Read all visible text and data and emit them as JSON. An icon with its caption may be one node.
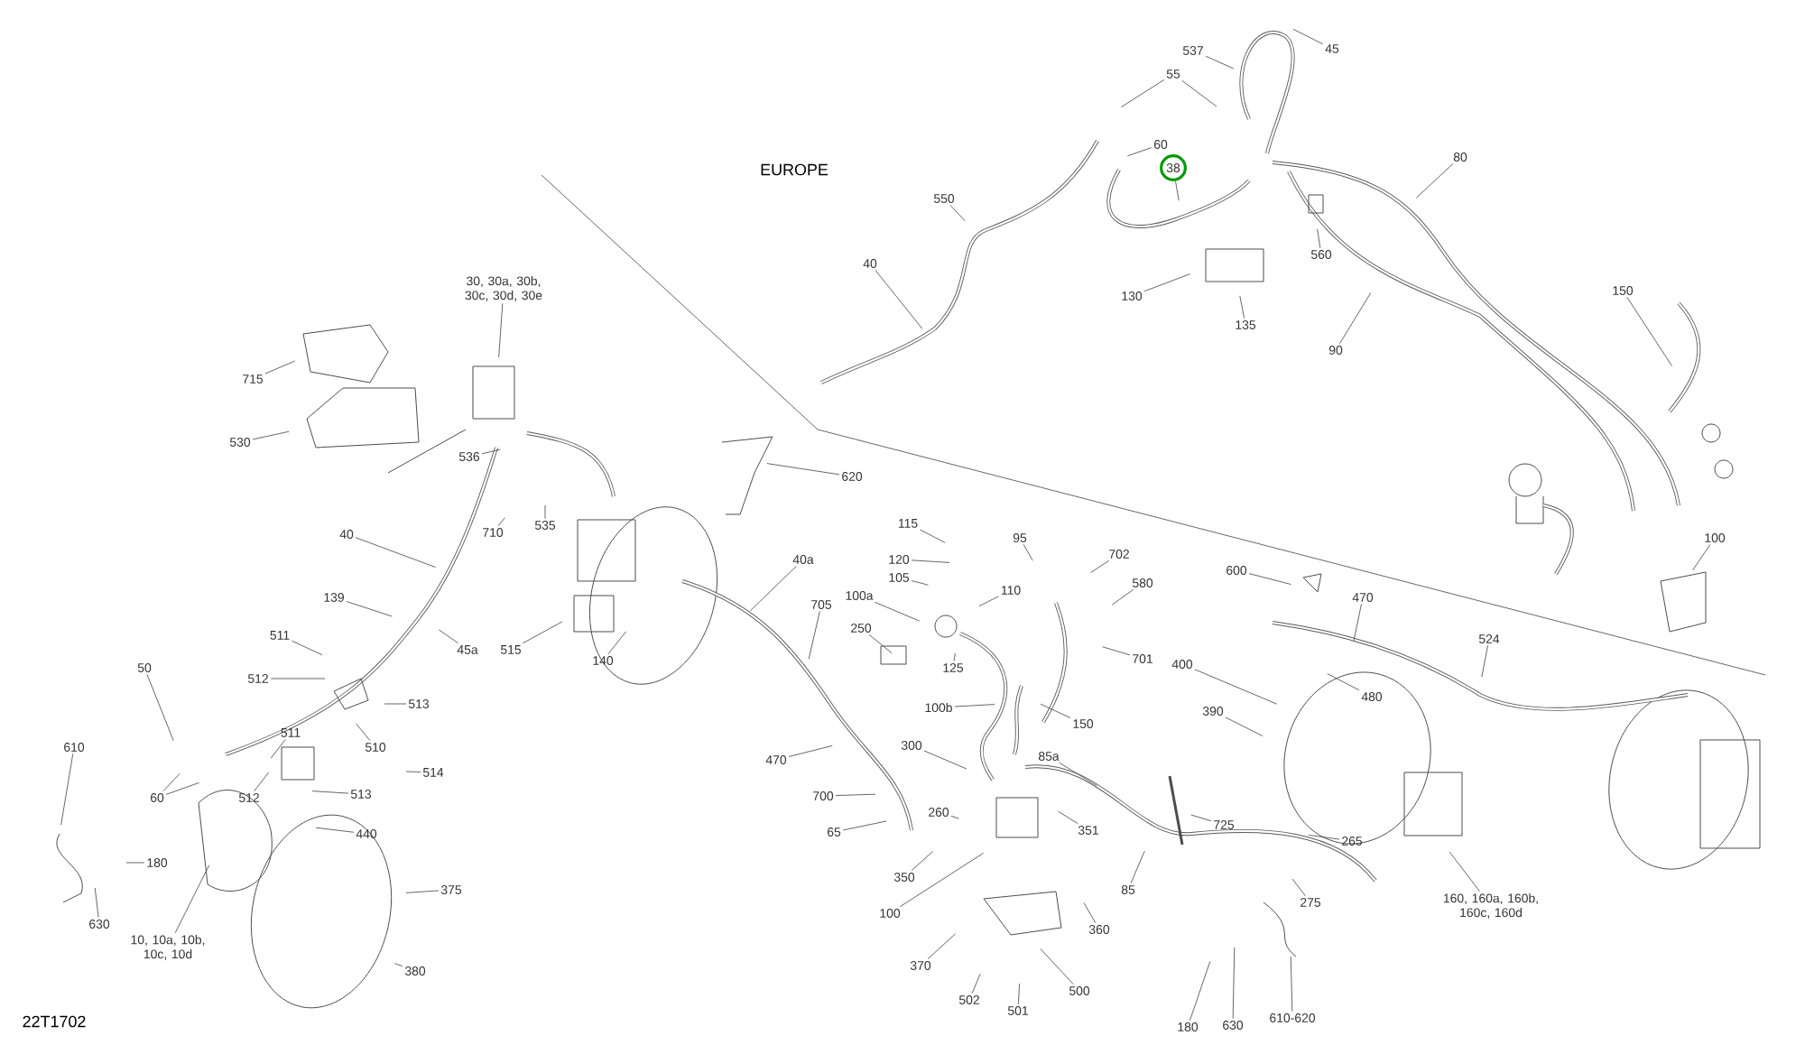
{
  "diagram": {
    "nodes": [
      {
        "text": [
          "537"
        ]
      },
      {
        "text": [
          "45"
        ]
      },
      {
        "text": [
          "55"
        ]
      },
      {
        "text": [
          "80"
        ]
      },
      {
        "text": [
          "60"
        ]
      },
      {
        "text": [
          "38"
        ]
      },
      {
        "text": [
          "550"
        ]
      },
      {
        "text": [
          "560"
        ]
      },
      {
        "text": [
          "40"
        ]
      },
      {
        "text": [
          "30, 30a, 30b, 30c, 30d, 30e"
        ]
      },
      {
        "text": [
          "150"
        ]
      },
      {
        "text": [
          "130"
        ]
      },
      {
        "text": [
          "135"
        ]
      },
      {
        "text": [
          "90"
        ]
      },
      {
        "text": [
          "715"
        ]
      },
      {
        "text": [
          "530"
        ]
      },
      {
        "text": [
          "536"
        ]
      },
      {
        "text": [
          "620"
        ]
      },
      {
        "text": [
          "535"
        ]
      },
      {
        "text": [
          "710"
        ]
      },
      {
        "text": [
          "40"
        ]
      },
      {
        "text": [
          "100"
        ]
      },
      {
        "text": [
          "115"
        ]
      },
      {
        "text": [
          "95"
        ]
      },
      {
        "text": [
          "702"
        ]
      },
      {
        "text": [
          "40a"
        ]
      },
      {
        "text": [
          "120"
        ]
      },
      {
        "text": [
          "600"
        ]
      },
      {
        "text": [
          "105"
        ]
      },
      {
        "text": [
          "580"
        ]
      },
      {
        "text": [
          "100a"
        ]
      },
      {
        "text": [
          "110"
        ]
      },
      {
        "text": [
          "139"
        ]
      },
      {
        "text": [
          "470"
        ]
      },
      {
        "text": [
          "705"
        ]
      },
      {
        "text": [
          "250"
        ]
      },
      {
        "text": [
          "511"
        ]
      },
      {
        "text": [
          "524"
        ]
      },
      {
        "text": [
          "45a"
        ]
      },
      {
        "text": [
          "515"
        ]
      },
      {
        "text": [
          "140"
        ]
      },
      {
        "text": [
          "701"
        ]
      },
      {
        "text": [
          "125"
        ]
      },
      {
        "text": [
          "50"
        ]
      },
      {
        "text": [
          "400"
        ]
      },
      {
        "text": [
          "512"
        ]
      },
      {
        "text": [
          "100b"
        ]
      },
      {
        "text": [
          "480"
        ]
      },
      {
        "text": [
          "390"
        ]
      },
      {
        "text": [
          "513"
        ]
      },
      {
        "text": [
          "150"
        ]
      },
      {
        "text": [
          "511"
        ]
      },
      {
        "text": [
          "300"
        ]
      },
      {
        "text": [
          "610"
        ]
      },
      {
        "text": [
          "510"
        ]
      },
      {
        "text": [
          "85a"
        ]
      },
      {
        "text": [
          "470"
        ]
      },
      {
        "text": [
          "514"
        ]
      },
      {
        "text": [
          "513"
        ]
      },
      {
        "text": [
          "512"
        ]
      },
      {
        "text": [
          "60"
        ]
      },
      {
        "text": [
          "700"
        ]
      },
      {
        "text": [
          "260"
        ]
      },
      {
        "text": [
          "440"
        ]
      },
      {
        "text": [
          "725"
        ]
      },
      {
        "text": [
          "351"
        ]
      },
      {
        "text": [
          "65"
        ]
      },
      {
        "text": [
          "265"
        ]
      },
      {
        "text": [
          "180"
        ]
      },
      {
        "text": [
          "350"
        ]
      },
      {
        "text": [
          "375"
        ]
      },
      {
        "text": [
          "85"
        ]
      },
      {
        "text": [
          "275"
        ]
      },
      {
        "text": [
          "160, 160a, 160b, 160c, 160d"
        ]
      },
      {
        "text": [
          "100"
        ]
      },
      {
        "text": [
          "630"
        ]
      },
      {
        "text": [
          "360"
        ]
      },
      {
        "text": [
          "10, 10a, 10b, 10c, 10d"
        ]
      },
      {
        "text": [
          "370"
        ]
      },
      {
        "text": [
          "380"
        ]
      },
      {
        "text": [
          "500"
        ]
      },
      {
        "text": [
          "502"
        ]
      },
      {
        "text": [
          "501"
        ]
      },
      {
        "text": [
          "610-620"
        ]
      },
      {
        "text": [
          "180"
        ]
      },
      {
        "text": [
          "630"
        ]
      }
    ],
    "edges": [
      {
        "from": 0,
        "to": null,
        "arrow": "none"
      },
      {
        "from": 1,
        "to": null,
        "arrow": "none"
      },
      {
        "from": 2,
        "to": null,
        "arrow": "none"
      },
      {
        "from": 2,
        "to": null,
        "arrow": "none"
      },
      {
        "from": 3,
        "to": null,
        "arrow": "none"
      },
      {
        "from": 4,
        "to": null,
        "arrow": "none"
      },
      {
        "from": 5,
        "to": null,
        "arrow": "none"
      },
      {
        "from": 6,
        "to": null,
        "arrow": "none"
      },
      {
        "from": 7,
        "to": null,
        "arrow": "none"
      },
      {
        "from": 8,
        "to": null,
        "arrow": "none"
      },
      {
        "from": 9,
        "to": null,
        "arrow": "none"
      },
      {
        "from": 10,
        "to": null,
        "arrow": "none"
      },
      {
        "from": 11,
        "to": null,
        "arrow": "none"
      },
      {
        "from": 12,
        "to": null,
        "arrow": "none"
      },
      {
        "from": 13,
        "to": null,
        "arrow": "none"
      },
      {
        "from": 14,
        "to": null,
        "arrow": "none"
      },
      {
        "from": 15,
        "to": null,
        "arrow": "none"
      },
      {
        "from": 16,
        "to": null,
        "arrow": "none"
      },
      {
        "from": 17,
        "to": null,
        "arrow": "none"
      },
      {
        "from": 18,
        "to": null,
        "arrow": "none"
      },
      {
        "from": 19,
        "to": null,
        "arrow": "none"
      },
      {
        "from": 20,
        "to": null,
        "arrow": "none"
      },
      {
        "from": 21,
        "to": null,
        "arrow": "none"
      },
      {
        "from": 22,
        "to": null,
        "arrow": "none"
      },
      {
        "from": 23,
        "to": null,
        "arrow": "none"
      },
      {
        "from": 24,
        "to": null,
        "arrow": "none"
      },
      {
        "from": 25,
        "to": null,
        "arrow": "none"
      },
      {
        "from": 26,
        "to": null,
        "arrow": "none"
      },
      {
        "from": 27,
        "to": null,
        "arrow": "none"
      },
      {
        "from": 28,
        "to": null,
        "arrow": "none"
      },
      {
        "from": 29,
        "to": null,
        "arrow": "none"
      },
      {
        "from": 30,
        "to": null,
        "arrow": "none"
      },
      {
        "from": 31,
        "to": null,
        "arrow": "none"
      },
      {
        "from": 32,
        "to": null,
        "arrow": "none"
      },
      {
        "from": 33,
        "to": null,
        "arrow": "none"
      },
      {
        "from": 34,
        "to": null,
        "arrow": "none"
      },
      {
        "from": 35,
        "to": null,
        "arrow": "none"
      },
      {
        "from": 36,
        "to": null,
        "arrow": "none"
      },
      {
        "from": 37,
        "to": null,
        "arrow": "none"
      },
      {
        "from": 38,
        "to": null,
        "arrow": "none"
      },
      {
        "from": 39,
        "to": null,
        "arrow": "none"
      },
      {
        "from": 40,
        "to": null,
        "arrow": "none"
      },
      {
        "from": 41,
        "to": null,
        "arrow": "none"
      },
      {
        "from": 42,
        "to": null,
        "arrow": "none"
      },
      {
        "from": 43,
        "to": null,
        "arrow": "none"
      },
      {
        "from": 44,
        "to": null,
        "arrow": "none"
      },
      {
        "from": 45,
        "to": null,
        "arrow": "none"
      },
      {
        "from": 46,
        "to": null,
        "arrow": "none"
      },
      {
        "from": 47,
        "to": null,
        "arrow": "none"
      },
      {
        "from": 48,
        "to": null,
        "arrow": "none"
      },
      {
        "from": 49,
        "to": null,
        "arrow": "none"
      },
      {
        "from": 50,
        "to": null,
        "arrow": "none"
      },
      {
        "from": 51,
        "to": null,
        "arrow": "none"
      },
      {
        "from": 52,
        "to": null,
        "arrow": "none"
      },
      {
        "from": 53,
        "to": null,
        "arrow": "none"
      },
      {
        "from": 54,
        "to": null,
        "arrow": "none"
      },
      {
        "from": 55,
        "to": null,
        "arrow": "none"
      },
      {
        "from": 56,
        "to": null,
        "arrow": "none"
      },
      {
        "from": 57,
        "to": null,
        "arrow": "none"
      },
      {
        "from": 58,
        "to": null,
        "arrow": "none"
      },
      {
        "from": 59,
        "to": null,
        "arrow": "none"
      },
      {
        "from": 60,
        "to": null,
        "arrow": "none"
      },
      {
        "from": 60,
        "to": null,
        "arrow": "none"
      },
      {
        "from": 61,
        "to": null,
        "arrow": "none"
      },
      {
        "from": 62,
        "to": null,
        "arrow": "none"
      },
      {
        "from": 63,
        "to": null,
        "arrow": "none"
      },
      {
        "from": 64,
        "to": null,
        "arrow": "none"
      },
      {
        "from": 65,
        "to": null,
        "arrow": "none"
      },
      {
        "from": 66,
        "to": null,
        "arrow": "none"
      },
      {
        "from": 67,
        "to": null,
        "arrow": "none"
      },
      {
        "from": 68,
        "to": null,
        "arrow": "none"
      },
      {
        "from": 69,
        "to": null,
        "arrow": "none"
      },
      {
        "from": 70,
        "to": null,
        "arrow": "none"
      },
      {
        "from": 71,
        "to": null,
        "arrow": "none"
      },
      {
        "from": 72,
        "to": null,
        "arrow": "none"
      },
      {
        "from": 73,
        "to": null,
        "arrow": "none"
      },
      {
        "from": 74,
        "to": null,
        "arrow": "none"
      },
      {
        "from": 75,
        "to": null,
        "arrow": "none"
      },
      {
        "from": 76,
        "to": null,
        "arrow": "none"
      },
      {
        "from": 77,
        "to": null,
        "arrow": "none"
      },
      {
        "from": 78,
        "to": null,
        "arrow": "none"
      },
      {
        "from": 79,
        "to": null,
        "arrow": "none"
      },
      {
        "from": 80,
        "to": null,
        "arrow": "none"
      },
      {
        "from": 81,
        "to": null,
        "arrow": "none"
      },
      {
        "from": 82,
        "to": null,
        "arrow": "none"
      },
      {
        "from": 83,
        "to": null,
        "arrow": "none"
      },
      {
        "from": 84,
        "to": null,
        "arrow": "none"
      },
      {
        "from": 85,
        "to": null,
        "arrow": "none"
      }
    ],
    "labels": [
      "EUROPE",
      "22T1702"
    ]
  }
}
